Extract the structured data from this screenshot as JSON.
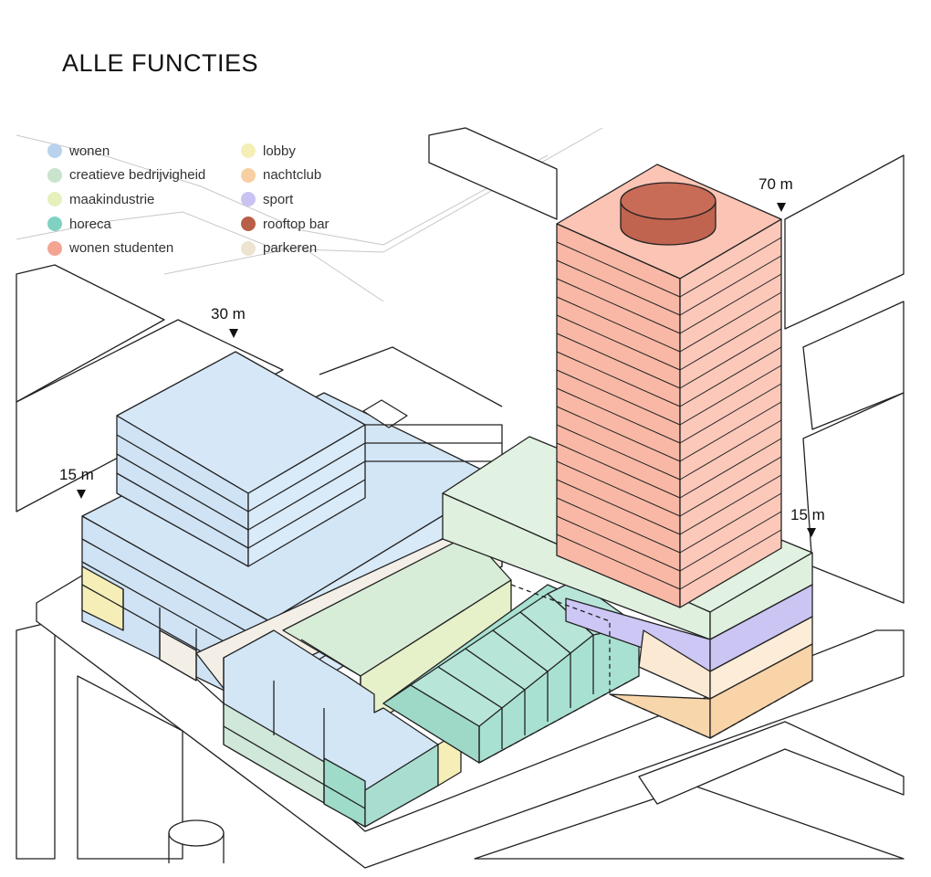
{
  "title": "ALLE FUNCTIES",
  "legend": [
    {
      "label": "wonen",
      "color": "#b9d3ef"
    },
    {
      "label": "creatieve bedrijvigheid",
      "color": "#c9e3cc"
    },
    {
      "label": "maakindustrie",
      "color": "#e6f0bd"
    },
    {
      "label": "horeca",
      "color": "#7fd1c1"
    },
    {
      "label": "wonen studenten",
      "color": "#f4a493"
    },
    {
      "label": "lobby",
      "color": "#f5efb7"
    },
    {
      "label": "nachtclub",
      "color": "#f8cfa2"
    },
    {
      "label": "sport",
      "color": "#c9c3f3"
    },
    {
      "label": "rooftop bar",
      "color": "#b95e48"
    },
    {
      "label": "parkeren",
      "color": "#ece4d0"
    }
  ],
  "heights": {
    "tower": "70 m",
    "block_left_top": "30 m",
    "block_left_base": "15 m",
    "block_right_base": "15 m"
  }
}
